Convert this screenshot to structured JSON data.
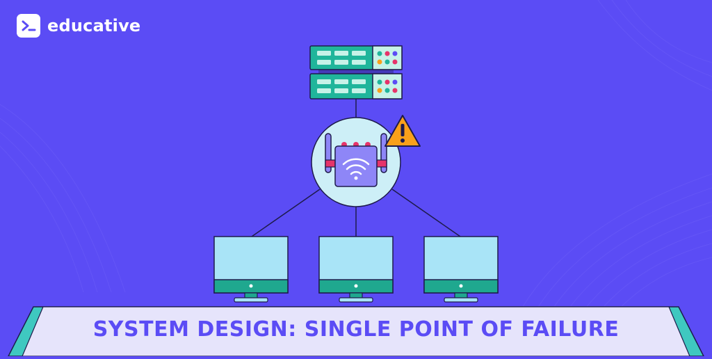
{
  "brand": {
    "name": "educative",
    "logo_icon": "terminal-prompt-icon"
  },
  "title": "SYSTEM DESIGN: SINGLE POINT OF FAILURE",
  "diagram": {
    "nodes": [
      {
        "id": "server-1",
        "type": "server",
        "icon": "server-rack-icon"
      },
      {
        "id": "server-2",
        "type": "server",
        "icon": "server-rack-icon"
      },
      {
        "id": "router",
        "type": "router",
        "icon": "wifi-router-icon",
        "warning_icon": "warning-triangle-icon"
      },
      {
        "id": "monitor-1",
        "type": "client",
        "icon": "monitor-icon"
      },
      {
        "id": "monitor-2",
        "type": "client",
        "icon": "monitor-icon"
      },
      {
        "id": "monitor-3",
        "type": "client",
        "icon": "monitor-icon"
      }
    ],
    "edges": [
      [
        "server-2",
        "router"
      ],
      [
        "router",
        "monitor-1"
      ],
      [
        "router",
        "monitor-2"
      ],
      [
        "router",
        "monitor-3"
      ]
    ]
  },
  "colors": {
    "background": "#5B4CF5",
    "server_teal": "#20B59B",
    "server_light": "#C7F2E8",
    "router_circle": "#CDEFF7",
    "router_body": "#8E86F7",
    "monitor_screen": "#A9E4F7",
    "monitor_base": "#1FA88F",
    "warning": "#F9A01B",
    "banner_fill": "#E6E4FB",
    "banner_edge": "#3FC8C0"
  }
}
